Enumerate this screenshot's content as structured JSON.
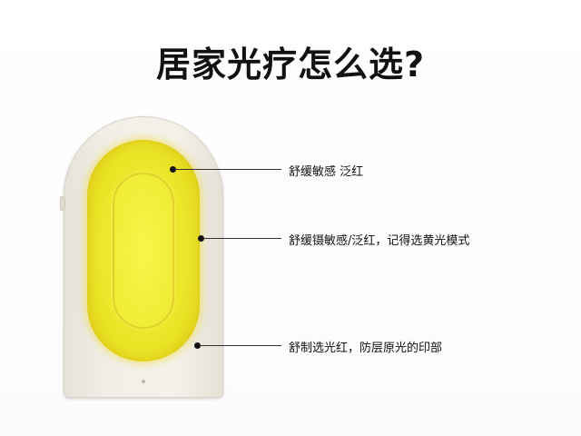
{
  "title": "居家光疗怎么选?",
  "callouts": [
    {
      "text": "舒缓敏感   泛红"
    },
    {
      "text": "舒缓镊敏感/泛红，记得选黄光模式"
    },
    {
      "text": "舒制选光红，防层原光的印部"
    }
  ],
  "colors": {
    "glow": "#ece72a",
    "device_shell": "#f2efe8",
    "text": "#111111"
  }
}
